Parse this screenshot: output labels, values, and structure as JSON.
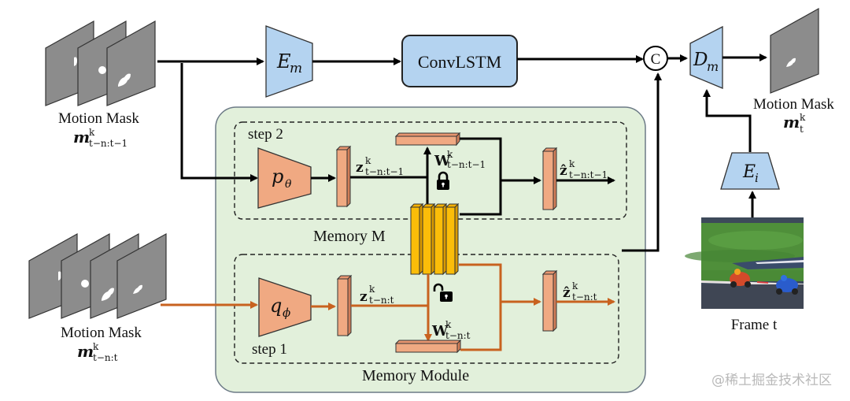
{
  "colors": {
    "blue_module": "#b4d3f0",
    "orange_module": "#f0a982",
    "memory_slot": "#fbbd09",
    "memory_bg": "#e2f0db",
    "orange_path": "#c8621f",
    "black_path": "#000000",
    "mask_gray": "#8c8c8c"
  },
  "inputs": {
    "past_masks": {
      "title": "Motion Mask",
      "symbol": "m",
      "sup": "k",
      "sub": "t−n:t−1"
    },
    "current_masks": {
      "title": "Motion Mask",
      "symbol": "m",
      "sup": "k",
      "sub": "t−n:t"
    },
    "frame": {
      "title": "Frame t"
    }
  },
  "modules": {
    "motion_encoder": {
      "symbol": "E",
      "sub": "m"
    },
    "convlstm": {
      "label": "ConvLSTM"
    },
    "concat": {
      "label": "C"
    },
    "motion_decoder": {
      "symbol": "D",
      "sub": "m"
    },
    "image_encoder": {
      "symbol": "E",
      "sub": "i"
    },
    "prior_net": {
      "symbol": "p",
      "sub": "θ"
    },
    "posterior_net": {
      "symbol": "q",
      "sub": "ϕ"
    }
  },
  "output": {
    "title": "Motion Mask",
    "symbol": "m",
    "sup": "k",
    "sub": "t"
  },
  "memory": {
    "title": "Memory Module",
    "title_partial": "Memory M",
    "step2": {
      "label": "step 2",
      "z": {
        "symbol": "z",
        "sup": "k",
        "sub": "t−n:t−1"
      },
      "w": {
        "symbol": "W",
        "sup": "k",
        "sub": "t−n:t−1"
      },
      "zhat": {
        "symbol": "ẑ",
        "sup": "k",
        "sub": "t−n:t−1"
      },
      "lock_state": "locked"
    },
    "step1": {
      "label": "step 1",
      "z": {
        "symbol": "z",
        "sup": "k",
        "sub": "t−n:t"
      },
      "w": {
        "symbol": "W",
        "sup": "k",
        "sub": "t−n:t"
      },
      "zhat": {
        "symbol": "ẑ",
        "sup": "k",
        "sub": "t−n:t"
      },
      "lock_state": "unlocked"
    },
    "slot_count": 4
  },
  "watermark": "@稀土掘金技术社区"
}
